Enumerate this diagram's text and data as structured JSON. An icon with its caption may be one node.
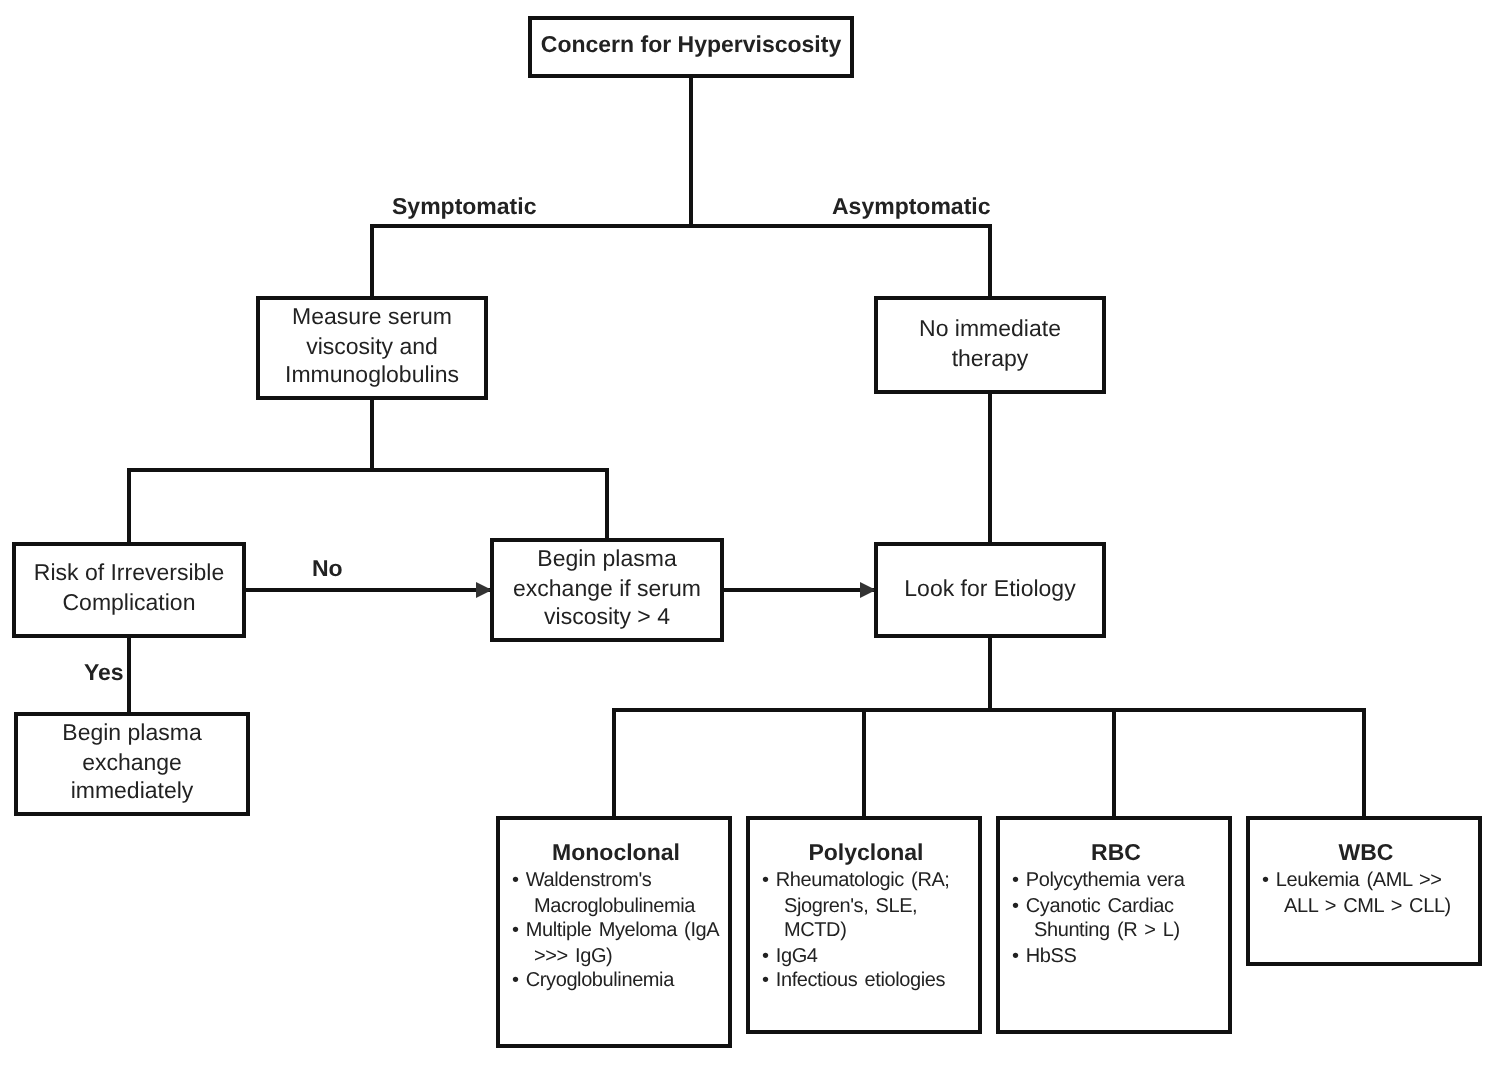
{
  "diagram": {
    "nodes": [
      {
        "text": [
          "Concern for Hyperviscosity"
        ]
      },
      {
        "text": [
          "Measure serum viscosity and Immunoglobulins"
        ]
      },
      {
        "text": [
          "No immediate therapy"
        ]
      },
      {
        "text": [
          "Risk of Irreversible Complication"
        ]
      },
      {
        "text": [
          "Begin plasma exchange if serum viscosity > 4"
        ]
      },
      {
        "text": [
          "Look for Etiology"
        ]
      },
      {
        "text": [
          "Begin plasma exchange immediately"
        ]
      },
      {
        "text": [
          "Monoclonal",
          "• Waldenstrom's Macroglobulinemia",
          "• Multiple Myeloma (IgA >>> IgG)",
          "• Cryoglobulinemia"
        ]
      },
      {
        "text": [
          "Polyclonal",
          "• Rheumatologic (RA; Sjogren's, SLE, MCTD)",
          "• IgG4",
          "• Infectious etiologies"
        ]
      },
      {
        "text": [
          "RBC",
          "• Polycythemia vera",
          "• Cyanotic Cardiac Shunting (R > L)",
          "• HbSS"
        ]
      },
      {
        "text": [
          "WBC",
          "• Leukemia (AML >> ALL > CML > CLL)"
        ]
      }
    ],
    "edges": [
      {
        "from": 0,
        "to": 1,
        "arrow": "none",
        "label": "Symptomatic"
      },
      {
        "from": 0,
        "to": 2,
        "arrow": "none",
        "label": "Asymptomatic"
      },
      {
        "from": 1,
        "to": 3,
        "arrow": "none"
      },
      {
        "from": 1,
        "to": 4,
        "arrow": "none"
      },
      {
        "from": 3,
        "to": 4,
        "arrow": "to",
        "label": "No"
      },
      {
        "from": 4,
        "to": 5,
        "arrow": "to"
      },
      {
        "from": 2,
        "to": 5,
        "arrow": "none"
      },
      {
        "from": 3,
        "to": 6,
        "arrow": "none",
        "label": "Yes"
      },
      {
        "from": 5,
        "to": 7,
        "arrow": "none"
      },
      {
        "from": 5,
        "to": 8,
        "arrow": "none"
      },
      {
        "from": 5,
        "to": 9,
        "arrow": "none"
      },
      {
        "from": 5,
        "to": 10,
        "arrow": "none"
      }
    ]
  }
}
